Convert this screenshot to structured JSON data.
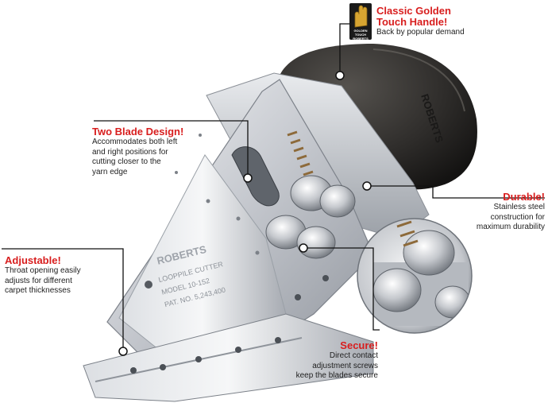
{
  "callouts": {
    "handle": {
      "title_line1": "Classic Golden",
      "title_line2": "Touch Handle!",
      "body": "Back by popular demand"
    },
    "blade": {
      "title": "Two Blade Design!",
      "body_lines": [
        "Accommodates both left",
        "and right positions for",
        "cutting closer to the",
        "yarn edge"
      ]
    },
    "durable": {
      "title": "Durable!",
      "body_lines": [
        "Stainless steel",
        "construction for",
        "maximum durability"
      ]
    },
    "adjustable": {
      "title": "Adjustable!",
      "body_lines": [
        "Throat opening easily",
        "adjusts for different",
        "carpet thicknesses"
      ]
    },
    "secure": {
      "title": "Secure!",
      "body_lines": [
        "Direct contact",
        "adjustment screws",
        "keep the blades secure"
      ]
    }
  },
  "logo": {
    "line1": "GOLDEN",
    "line2": "TOUCH",
    "brand": "ROBERTS"
  },
  "tool_markings": {
    "brand": "ROBERTS",
    "line1": "LOOPPILE CUTTER",
    "line2": "MODEL 10-152",
    "line3": "PAT. NO. 5,243,400"
  },
  "handle_marking": "ROBERTS",
  "colors": {
    "accent": "#d81e1e",
    "text": "#222222",
    "steel": "#c9ccd1",
    "handle": "#2e2c2a"
  }
}
